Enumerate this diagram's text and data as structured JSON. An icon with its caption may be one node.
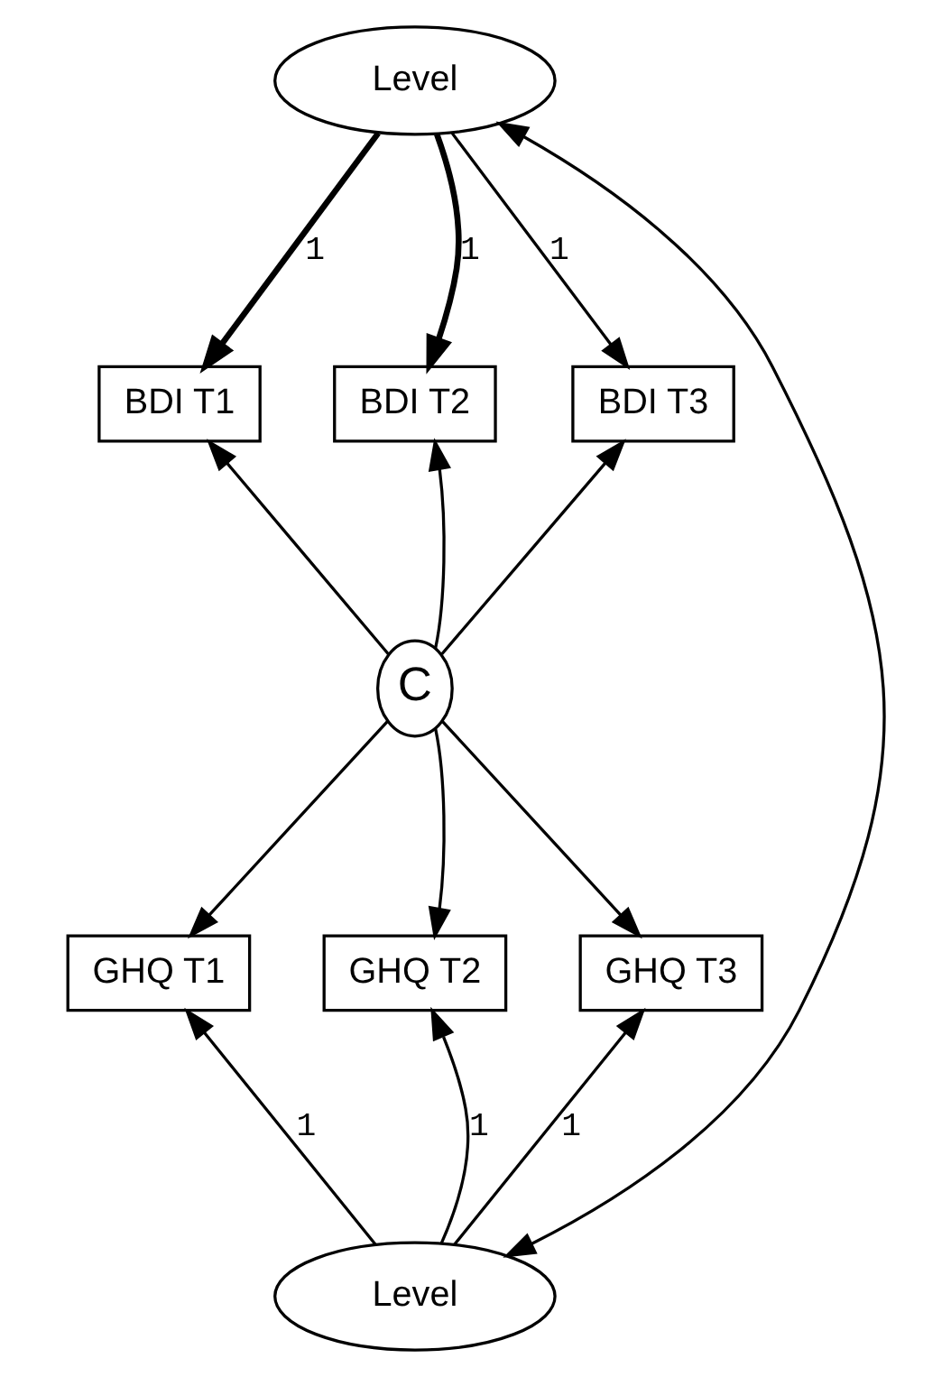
{
  "diagram": {
    "nodes": [
      {
        "text": [
          "Level"
        ]
      },
      {
        "text": [
          "BDI T1"
        ]
      },
      {
        "text": [
          "BDI T2"
        ]
      },
      {
        "text": [
          "BDI T3"
        ]
      },
      {
        "text": [
          "C"
        ]
      },
      {
        "text": [
          "GHQ T1"
        ]
      },
      {
        "text": [
          "GHQ T2"
        ]
      },
      {
        "text": [
          "GHQ T3"
        ]
      },
      {
        "text": [
          "Level"
        ]
      }
    ],
    "edges": [
      {
        "from": 0,
        "to": 1,
        "arrow": "to",
        "label": "1",
        "style": "thick"
      },
      {
        "from": 0,
        "to": 2,
        "arrow": "to",
        "label": "1",
        "style": "thick"
      },
      {
        "from": 0,
        "to": 3,
        "arrow": "to",
        "label": "1"
      },
      {
        "from": 4,
        "to": 1,
        "arrow": "to"
      },
      {
        "from": 4,
        "to": 2,
        "arrow": "to"
      },
      {
        "from": 4,
        "to": 3,
        "arrow": "to"
      },
      {
        "from": 4,
        "to": 5,
        "arrow": "to"
      },
      {
        "from": 4,
        "to": 6,
        "arrow": "to"
      },
      {
        "from": 4,
        "to": 7,
        "arrow": "to"
      },
      {
        "from": 8,
        "to": 5,
        "arrow": "to",
        "label": "1"
      },
      {
        "from": 8,
        "to": 6,
        "arrow": "to",
        "label": "1"
      },
      {
        "from": 8,
        "to": 7,
        "arrow": "to",
        "label": "1"
      },
      {
        "from": 0,
        "to": 8,
        "arrow": "both"
      }
    ]
  }
}
